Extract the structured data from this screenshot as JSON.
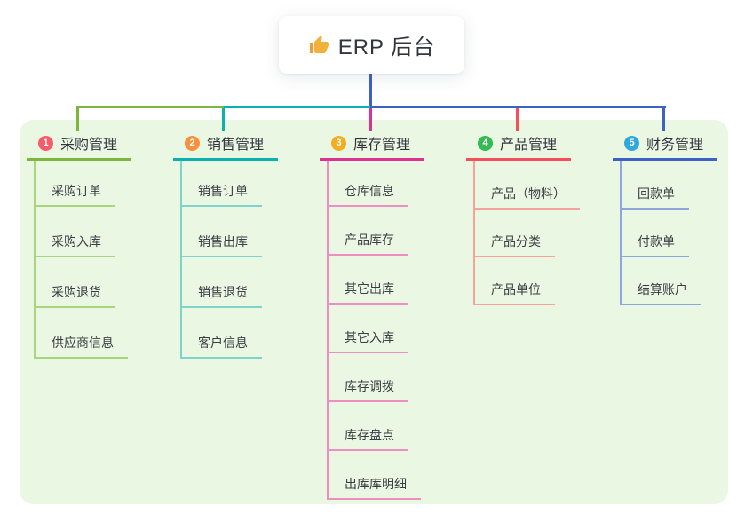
{
  "root": {
    "title": "ERP 后台",
    "icon": "thumbs-up",
    "icon_color": "#f2b13c"
  },
  "connector": {
    "root_color": "#3e61c4"
  },
  "panel_color": "#eaf7e3",
  "branches": [
    {
      "number": "1",
      "label": "采购管理",
      "color": "#7cb63f",
      "light_color": "#a9d57e",
      "badge_color": "#f75c68",
      "items": [
        "采购订单",
        "采购入库",
        "采购退货",
        "供应商信息"
      ]
    },
    {
      "number": "2",
      "label": "销售管理",
      "color": "#09b2ad",
      "light_color": "#7ed3cb",
      "badge_color": "#f7913d",
      "items": [
        "销售订单",
        "销售出库",
        "销售退货",
        "客户信息"
      ]
    },
    {
      "number": "3",
      "label": "库存管理",
      "color": "#d9338f",
      "light_color": "#ef8ec3",
      "badge_color": "#f3ad23",
      "items": [
        "仓库信息",
        "产品库存",
        "其它出库",
        "其它入库",
        "库存调拨",
        "库存盘点",
        "出库库明细"
      ]
    },
    {
      "number": "4",
      "label": "产品管理",
      "color": "#f54f5b",
      "light_color": "#f8a29e",
      "badge_color": "#33ba52",
      "items": [
        "产品（物料）",
        "产品分类",
        "产品单位"
      ]
    },
    {
      "number": "5",
      "label": "财务管理",
      "color": "#3e61c4",
      "light_color": "#8ea6dd",
      "badge_color": "#2fa8de",
      "items": [
        "回款单",
        "付款单",
        "结算账户"
      ]
    }
  ]
}
